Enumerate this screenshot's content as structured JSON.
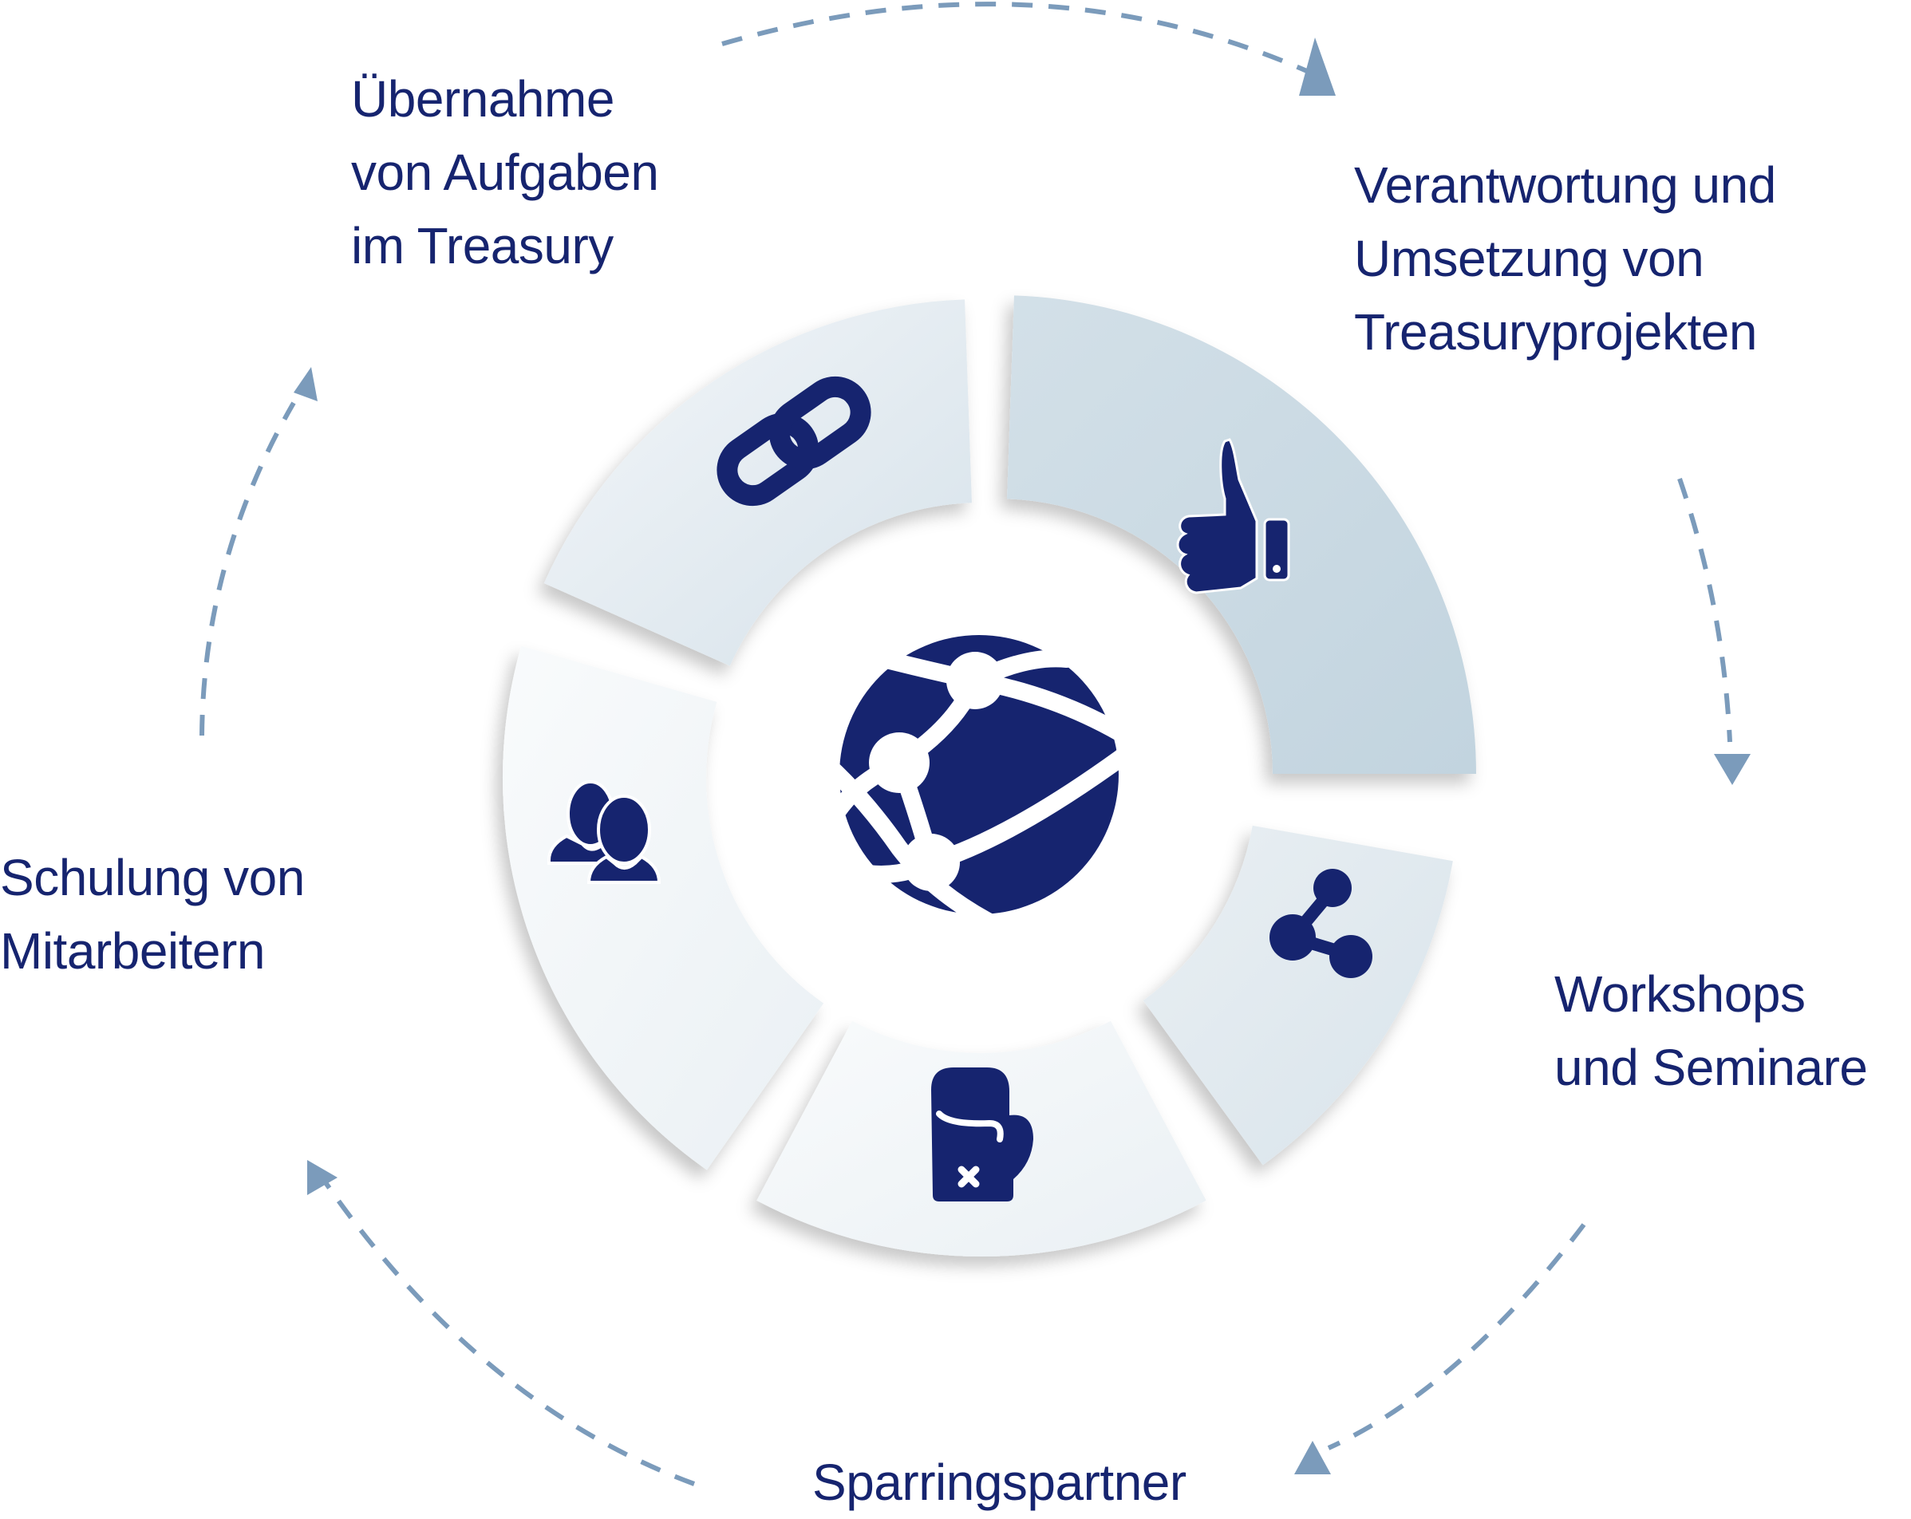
{
  "diagram": {
    "type": "cycle",
    "center": {
      "icon": "globe-network-icon"
    },
    "colors": {
      "text": "#16246f",
      "icon": "#16246f",
      "arrow": "#7b9bbb",
      "segment_light": "#f4f7fa",
      "segment_dark": "#c5d6e1"
    },
    "steps": [
      {
        "id": "uebernahme",
        "icon": "link-icon",
        "lines": [
          "Übernahme",
          "von Aufgaben",
          "im Treasury"
        ]
      },
      {
        "id": "verantwortung",
        "icon": "thumbs-up-icon",
        "lines": [
          "Verantwortung und",
          "Umsetzung von",
          "Treasuryprojekten"
        ]
      },
      {
        "id": "workshops",
        "icon": "share-icon",
        "lines": [
          "Workshops",
          "und Seminare"
        ]
      },
      {
        "id": "sparring",
        "icon": "boxing-glove-icon",
        "lines": [
          "Sparringspartner"
        ]
      },
      {
        "id": "schulung",
        "icon": "people-icon",
        "lines": [
          "Schulung von",
          "Mitarbeitern"
        ]
      }
    ]
  }
}
